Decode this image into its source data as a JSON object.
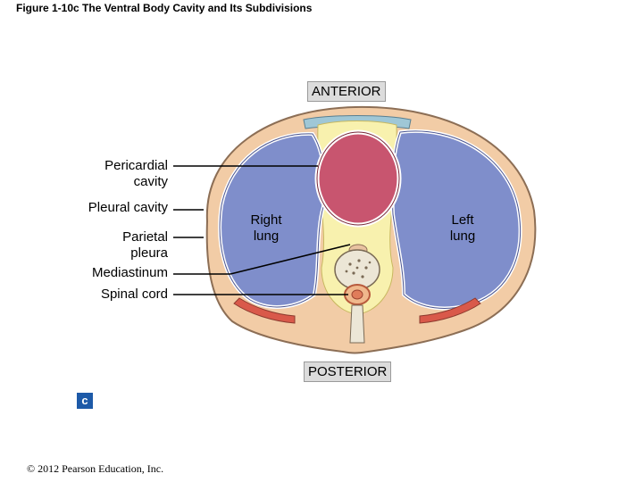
{
  "figure": {
    "title": "Figure 1-10c The Ventral Body Cavity and Its Subdivisions",
    "panel_letter": "c",
    "copyright": "© 2012 Pearson Education, Inc."
  },
  "orientation": {
    "anterior": "ANTERIOR",
    "posterior": "POSTERIOR"
  },
  "labels": {
    "pericardial_line1": "Pericardial",
    "pericardial_line2": "cavity",
    "pleural_cavity": "Pleural cavity",
    "parietal_line1": "Parietal",
    "parietal_line2": "pleura",
    "mediastinum": "Mediastinum",
    "spinal_cord": "Spinal cord"
  },
  "inner_labels": {
    "right_lung_line1": "Right",
    "right_lung_line2": "lung",
    "left_lung_line1": "Left",
    "left_lung_line2": "lung"
  },
  "colors": {
    "body_wall": "#f2cca6",
    "body_outline": "#8c6e55",
    "lung": "#7f8ecb",
    "lung_outline": "#4a5490",
    "heart": "#c8556f",
    "mediastinum": "#f8f1ae",
    "vertebra": "#ece6d6",
    "muscle": "#d9594a",
    "badge": "#1d5aa8"
  }
}
